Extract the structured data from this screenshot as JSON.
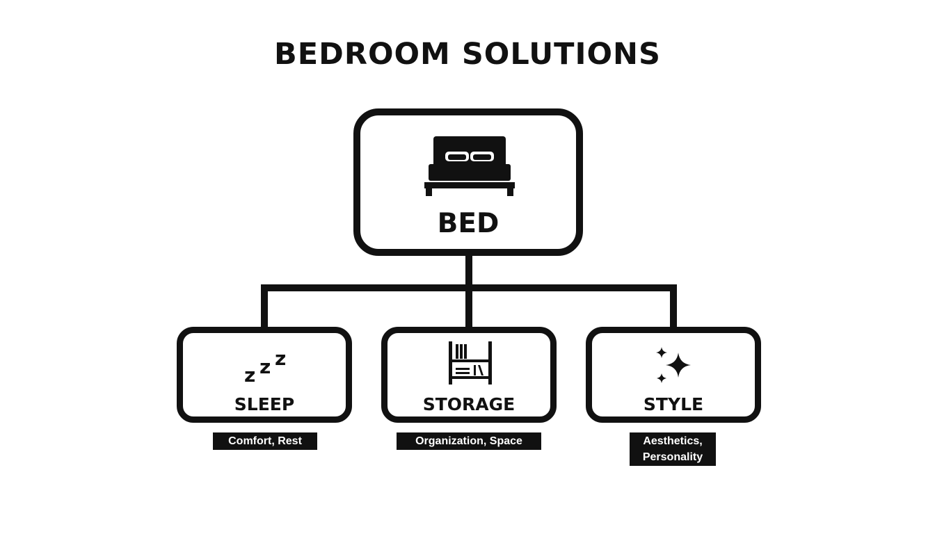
{
  "diagram": {
    "title": "BEDROOM SOLUTIONS",
    "root": {
      "label": "BED",
      "icon": "bed-icon"
    },
    "children": [
      {
        "label": "SLEEP",
        "icon": "zzz-sleep-icon",
        "caption": "Comfort, Rest"
      },
      {
        "label": "STORAGE",
        "icon": "bookshelf-icon",
        "caption": "Organization, Space"
      },
      {
        "label": "STYLE",
        "icon": "sparkles-icon",
        "caption": "Aesthetics,\nPersonality"
      }
    ]
  },
  "colors": {
    "stroke": "#111111",
    "background": "#ffffff",
    "caption_text": "#ffffff"
  }
}
